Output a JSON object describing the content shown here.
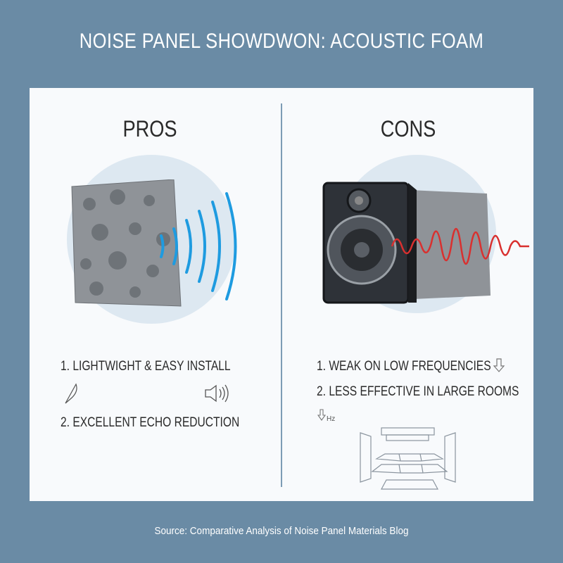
{
  "title": "NOISE PANEL SHOWDWON: ACOUSTIC FOAM",
  "pros": {
    "heading": "PROS",
    "items": [
      "1.  LIGHTWIGHT & EASY INSTALL",
      "2.  EXCELLENT ECHO REDUCTION"
    ]
  },
  "cons": {
    "heading": "CONS",
    "items": [
      "1.  WEAK ON LOW FREQUENCIES",
      "2.  LESS EFFECTIVE IN LARGE ROOMS"
    ],
    "hz_label": "Hz"
  },
  "footer": "Source: Comparative Analysis of Noise Panel Materials Blog",
  "colors": {
    "background": "#6a8ba5",
    "panel": "#f8fafc",
    "sound_wave": "#1e9be0",
    "distorted_wave": "#d9302f"
  }
}
